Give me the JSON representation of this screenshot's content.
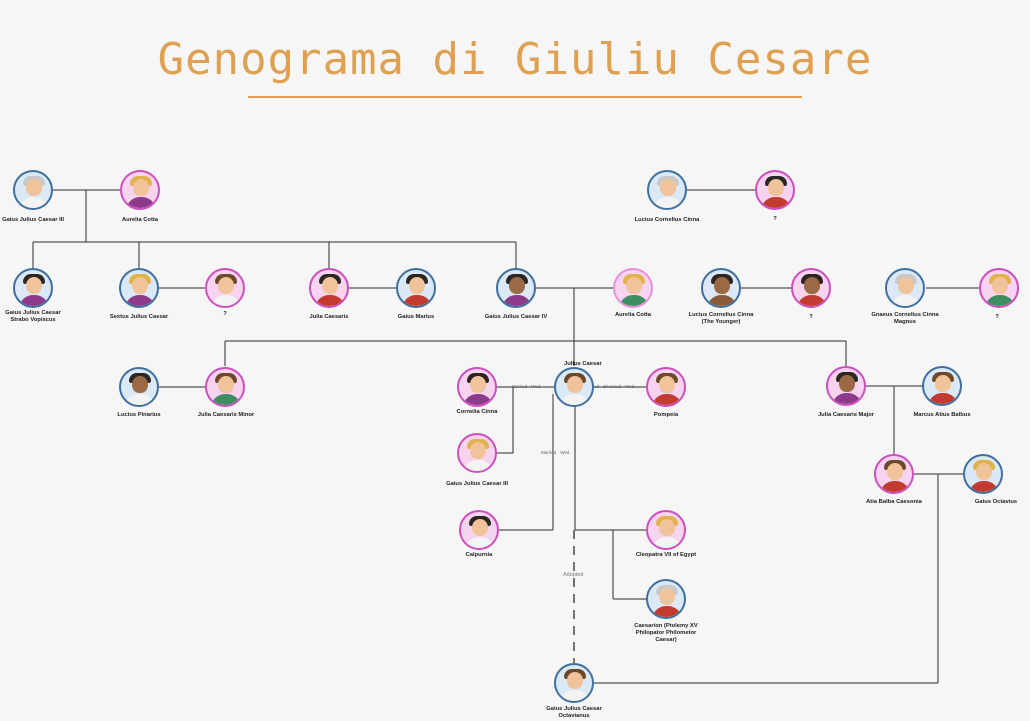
{
  "title": "Genograma di Giuliu Cesare",
  "people": {
    "gaius3": "Gaius Julius Caesar III",
    "aurelia1": "Aurelia Cotta",
    "cinna_sr": "Lucius Cornelius Cinna",
    "cinna_sr_wife": "?",
    "strabo": "Gaius Julius Caesar Strabo Vopiscus",
    "sextus": "Sextus Julius Caesar",
    "sextus_wife": "?",
    "julia_c": "Julia Caesaris",
    "marius": "Gaius Marius",
    "gaius4": "Gaius Julius Caesar IV",
    "aurelia2": "Aurelia Cotta",
    "cinna_jr": "Lucius Cornelius Cinna (The Younger)",
    "cinna_jr_wife": "?",
    "pompey": "Gnaeus Cornelius Cinna Magnus",
    "pompey_wife": "?",
    "pinarius": "Lucius Pinarius",
    "julia_minor": "Julia Caesaris Minor",
    "cornelia": "Cornelia Cinna",
    "julia3": "Gaius Julius Caesar III",
    "caesar": "Julius Caesar",
    "pompeia": "Pompeia",
    "julia_major": "Julia Caesaris Major",
    "balbus": "Marcus Atius Balbus",
    "calpurnia": "Calpurnia",
    "cleopatra": "Cleopatra VII of Egypt",
    "caesarion": "Caesarion (Ptolemy XV Philopator Philometor Caesar)",
    "atia": "Atia Balba Caesonia",
    "octavius": "Gaius Octavius",
    "octavian": "Gaius Julius Caesar Octavianus"
  },
  "edge_labels": {
    "cornelia": "Married · Wed",
    "pompeia": "Married · Divorced · Wed",
    "julia3": "Married · Wed",
    "adopted": "Adopted"
  }
}
